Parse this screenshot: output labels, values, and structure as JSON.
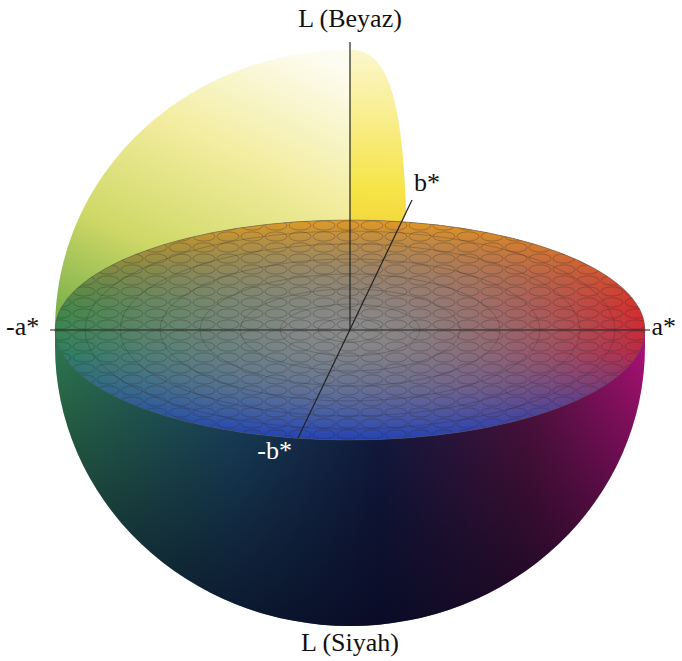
{
  "diagram": {
    "labels": [
      "L (Beyaz)",
      "b*",
      "-a*",
      "a*",
      "-b*",
      "L (Siyah)"
    ]
  }
}
